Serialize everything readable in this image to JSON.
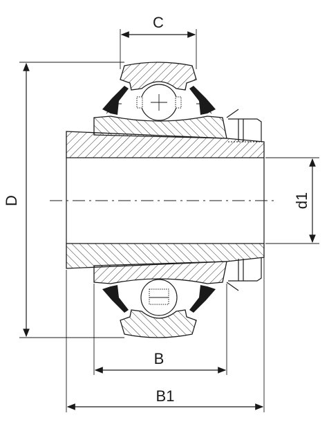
{
  "labels": {
    "width_top": "C",
    "outer_diameter": "D",
    "bore_diameter": "d1",
    "inner_width": "B",
    "overall_width": "B1"
  }
}
